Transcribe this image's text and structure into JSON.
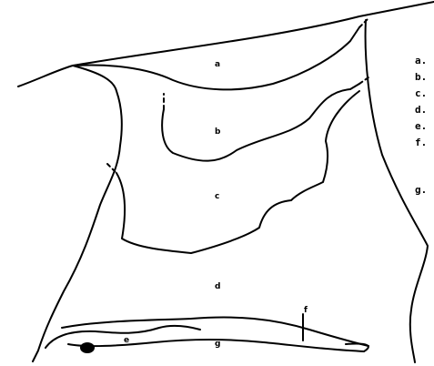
{
  "region_labels": {
    "a": "a",
    "b": "b",
    "c": "c",
    "d": "d",
    "e": "e",
    "f": "f",
    "g": "g"
  },
  "legend_keys": [
    "a.",
    "b.",
    "c.",
    "d.",
    "e.",
    "f.",
    "g."
  ]
}
